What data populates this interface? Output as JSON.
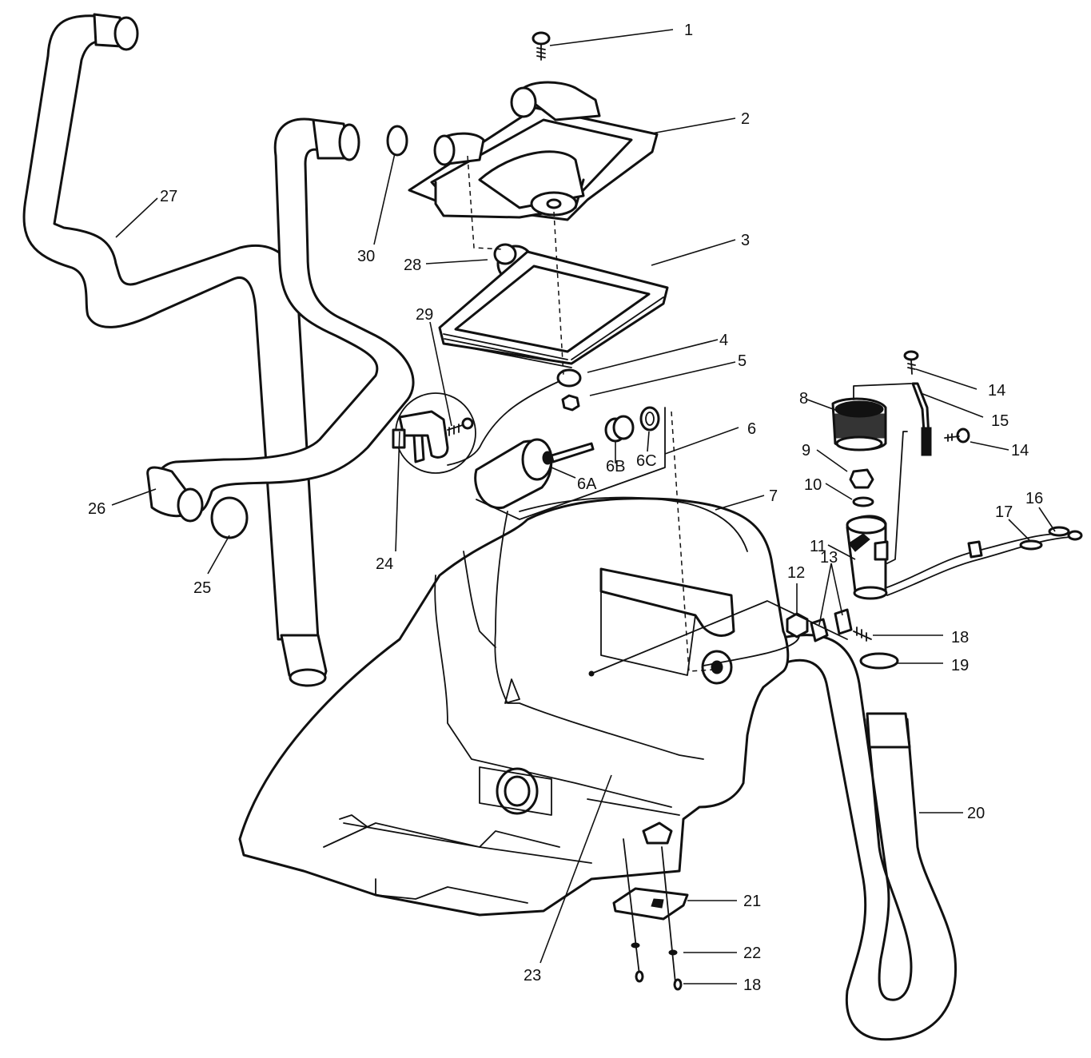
{
  "callouts": [
    "1",
    "2",
    "3",
    "4",
    "5",
    "6",
    "6A",
    "6B",
    "6C",
    "7",
    "8",
    "9",
    "10",
    "11",
    "12",
    "13",
    "14",
    "14",
    "15",
    "16",
    "17",
    "18",
    "18",
    "19",
    "20",
    "21",
    "22",
    "23",
    "24",
    "25",
    "26",
    "27",
    "28",
    "29",
    "30"
  ]
}
